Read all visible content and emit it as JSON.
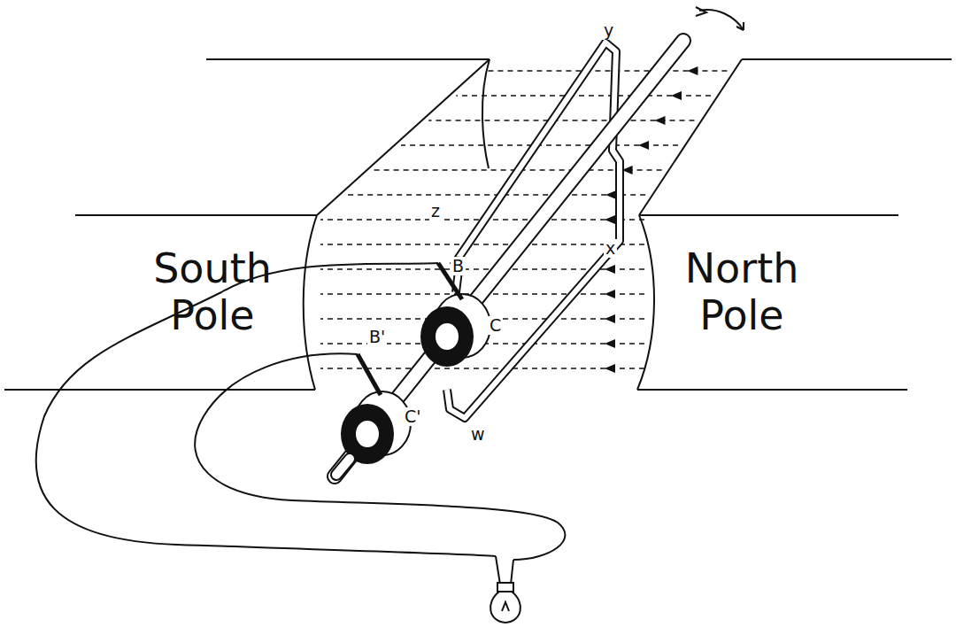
{
  "diagram": {
    "nodes": [
      {
        "text": [
          "South Pole"
        ]
      },
      {
        "text": [
          "North Pole"
        ]
      }
    ],
    "labels": [
      "y",
      "z",
      "x",
      "B",
      "B'",
      "C",
      "C'",
      "w"
    ]
  }
}
